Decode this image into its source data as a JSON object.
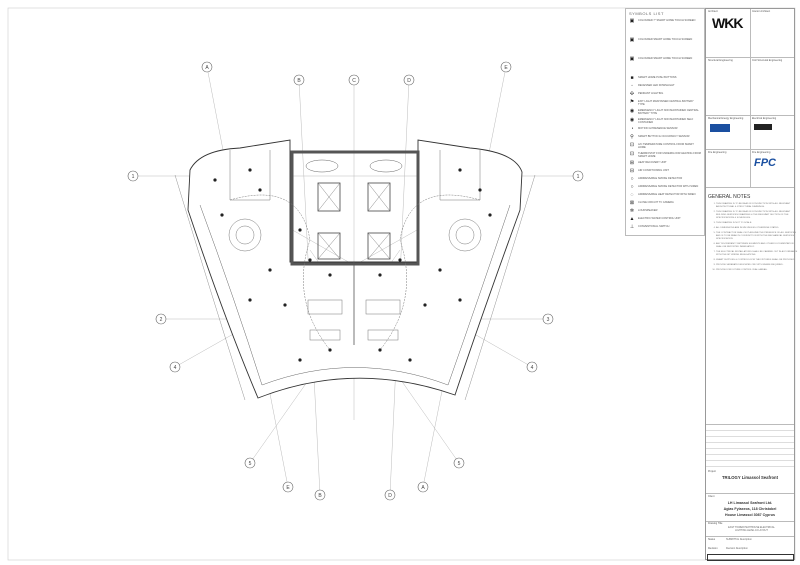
{
  "symbols_list": {
    "title": "SYMBOLS LIST",
    "items": [
      {
        "icon": "smart-panel-icon",
        "label": "COLOURED 7\" SMART HOME TOUCH SCREEN"
      },
      {
        "icon": "smart-panel-icon",
        "label": "COLOURED SMART HOME TOUCH SCREEN"
      },
      {
        "icon": "smart-panel-icon",
        "label": "COLOURED SMART HOME TOUCH SCREEN"
      },
      {
        "icon": "push-button-icon",
        "label": "SMART HOME PUSH BUTTONS"
      },
      {
        "icon": "downlight-icon",
        "label": "RECESSED LED DOWNLIGHT"
      },
      {
        "icon": "pendant-icon",
        "label": "PENDANT LIGHTING"
      },
      {
        "icon": "exit-light-icon",
        "label": "EXIT LIGHT MAINTAINED CENTRAL BATTERY TYPE"
      },
      {
        "icon": "emergency-light-icon",
        "label": "EMERGENCY LIGHT NON MAINTAINED CENTRAL BATTERY TYPE"
      },
      {
        "icon": "emergency-light-icon",
        "label": "EMERGENCY LIGHT NON MAINTAINED SELF CONTAINED"
      },
      {
        "icon": "motion-sensor-icon",
        "label": "MOTION & PRESENCE SENSOR"
      },
      {
        "icon": "occupancy-sensor-icon",
        "label": "SMART BUTTON & OCCUPANCY SENSOR"
      },
      {
        "icon": "thermostat-icon",
        "label": "A/C TEMPERATURE CONTROL FROM SMART HOME"
      },
      {
        "icon": "thermostat-icon",
        "label": "THERMOSTAT FOR UNDERFLOOR HEATING FROM SMART HOME"
      },
      {
        "icon": "hru-icon",
        "label": "HEAT RECOVERY UNIT"
      },
      {
        "icon": "ac-unit-icon",
        "label": "AIR CONDITIONING UNIT"
      },
      {
        "icon": "smoke-detector-icon",
        "label": "ADDRESSABLE SMOKE DETECTOR"
      },
      {
        "icon": "smoke-detector-icon",
        "label": "ADDRESSABLE SMOKE DETECTOR WITH SIREN"
      },
      {
        "icon": "heat-detector-icon",
        "label": "ADDRESSABLE HEAT DETECTOR WITH SIREN"
      },
      {
        "icon": "cctv-icon",
        "label": "CLOSE CIRCUIT TV CAMERA"
      },
      {
        "icon": "loudspeaker-icon",
        "label": "LOUDSPEAKER"
      },
      {
        "icon": "water-control-icon",
        "label": "ELECTRIC WATER CONTROL UNIT"
      },
      {
        "icon": "switch-icon",
        "label": "CONVENTIONAL SWITCH"
      }
    ]
  },
  "title_block": {
    "architect_label": "Architect",
    "architect_logo": "WKK",
    "interior_label": "Interior Architect",
    "structural_label": "Structural Engineering",
    "civil_label": "Civil Structural Engineering",
    "mech_label": "Mechanical Energy Engineering",
    "elec_label": "Electrical Engineering",
    "fire_label": "Fire Engineering",
    "fire_logo": "FPC",
    "notes_title": "GENERAL NOTES",
    "notes": [
      "THIS DRAWING IS TO BE READ IN CONJUNCTION WITH ALL RELEVANT ARCHITECTURAL & STRUCTURAL DRAWINGS.",
      "THIS DRAWING IS TO BE READ IN CONJUNCTION WITH ALL RELEVANT BUILDING SERVICES DRAWINGS & THE RELEVANT SECTION OF THE SPECIFICATIONS & SCHEDULES.",
      "THIS DRAWING IS NOT TO SCALE.",
      "ALL DIMENSIONS ARE IN MM UNLESS OTHERWISE STATED.",
      "THE CONTRACTOR SHALL NOT ASSUME THE PRESENCE OF ALL SERVICES AND IS TO BE READ IN CONJUNCTION WITH THE MECHANICAL SERVICES SPECIFICATION.",
      "ANY DISCREPANCY BETWEEN ELEMENTS AND OTHER DOCUMENTATION SHALL BE REPORTED IMMEDIATELY.",
      "THE ELECTRICAL INSTALLATIONS SHALL BE CARRIED OUT IN ACCORDANCE WITH THE IET WIRING REGULATIONS.",
      "SMART SUPPLIES & CONTROLS FOR THE FIXTURES SHALL BE PROVIDED.",
      "PROVIDE SEPARATE DEDICATED CIRCUITS WHERE REQUIRED.",
      "PROVIDE FOR FUTURE CONTROL IN ALL AREAS."
    ],
    "project_label": "Project",
    "project": "TRILOGY Limassol Seafront",
    "client_label": "Client",
    "client_lines": [
      "LH Limassol Seafront Ltd.",
      "Agias Fylaxeos, 118 Christobel",
      "House Limassol 3087 Cyprus"
    ],
    "drawing_title_label": "Drawing Title",
    "drawing_title": "EAST TOWER PENTHOUSE ELECTRICAL LIGHTING LEVEL 16 LAYOUT",
    "status_label": "Status",
    "status": "SUBMITTAL Description",
    "revision_label": "Revision",
    "revision": "Revision Description"
  },
  "grid": {
    "top": [
      "A",
      "B",
      "C",
      "D",
      "E"
    ],
    "bottom": [
      "E",
      "B",
      "D",
      "A"
    ],
    "left": [
      "1",
      "2",
      "4",
      "5"
    ],
    "right": [
      "1",
      "3",
      "4",
      "5"
    ]
  }
}
